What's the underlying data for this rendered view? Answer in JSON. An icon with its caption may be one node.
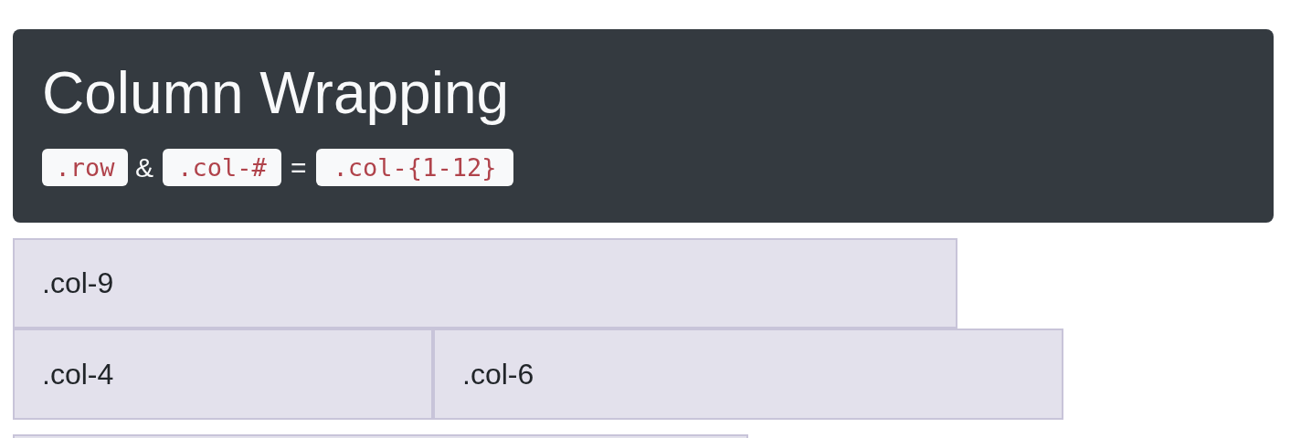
{
  "diagram": {
    "nodes": [
      {
        "text": [
          "Column Wrapping"
        ]
      },
      {
        "text": [
          ".row"
        ],
        "in": 0
      },
      {
        "text": [
          ".col-#"
        ],
        "in": 0
      },
      {
        "text": [
          ".col-{1-12}"
        ],
        "in": 0
      },
      {
        "text": [
          ".col-9"
        ]
      },
      {
        "text": [
          ".col-4"
        ]
      },
      {
        "text": [
          ".col-6"
        ]
      },
      {
        "text": [],
        "shape": "box"
      }
    ],
    "labels": [
      "&",
      "="
    ]
  }
}
